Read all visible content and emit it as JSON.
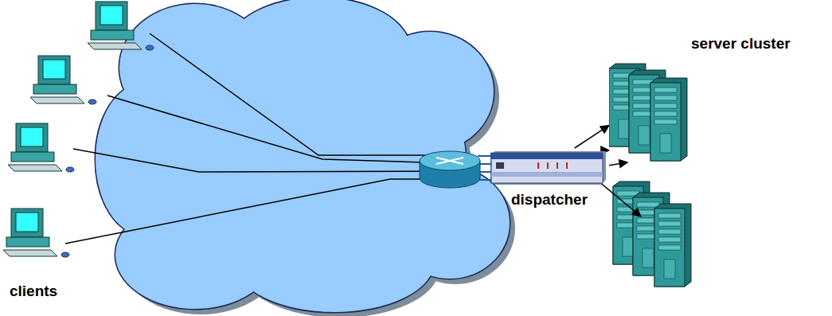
{
  "diagram": {
    "nodes": [
      {
        "text": [
          "dispatcher"
        ]
      },
      {
        "text": [
          "server cluster"
        ]
      }
    ],
    "edges": [
      {
        "from": 0,
        "to": 1,
        "arrow": "to"
      },
      {
        "from": 0,
        "to": 1,
        "arrow": "to"
      },
      {
        "from": 0,
        "to": 1,
        "arrow": "to"
      }
    ],
    "labels": [
      "clients"
    ]
  }
}
